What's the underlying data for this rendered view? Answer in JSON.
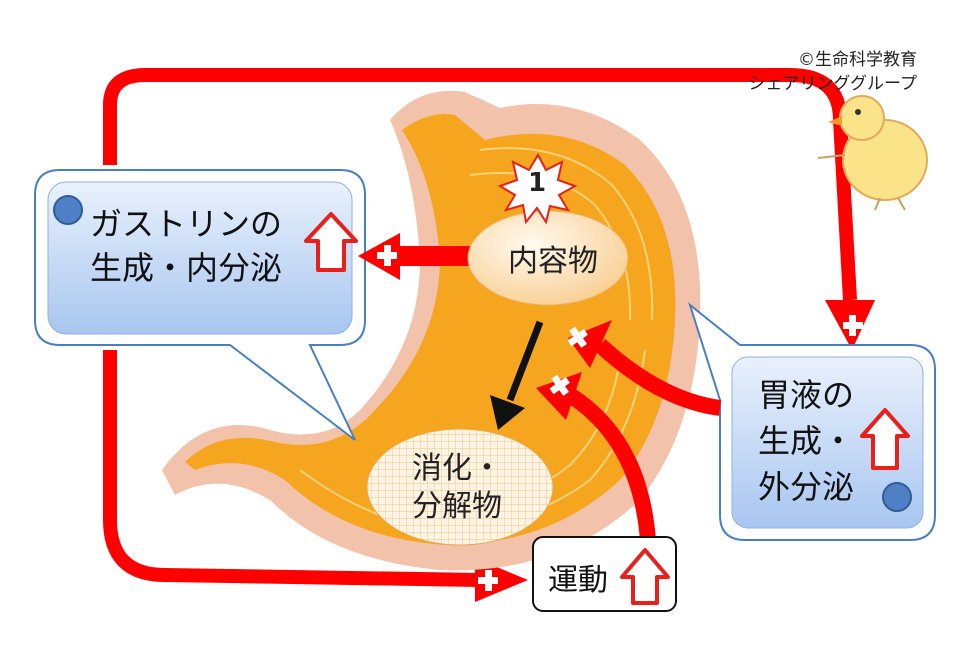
{
  "copyright": {
    "line1": "©生命科学教育",
    "line2": "シェアリンググループ"
  },
  "gastrin_box": {
    "line1": "ガストリンの",
    "line2": "生成・内分泌"
  },
  "gastric_juice_box": {
    "line1": "胃液の",
    "line2": "生成・",
    "line3": "外分泌"
  },
  "contents": {
    "label": "内容物"
  },
  "digestion": {
    "line1": "消化・",
    "line2": "分解物"
  },
  "movement": {
    "label": "運動"
  },
  "step_badge": {
    "label": "1"
  },
  "colors": {
    "arrow_red": "#ff0000",
    "box_blue": "#c7daf5",
    "stomach_orange": "#f6a51e",
    "dot_blue": "#4f7fc4"
  }
}
